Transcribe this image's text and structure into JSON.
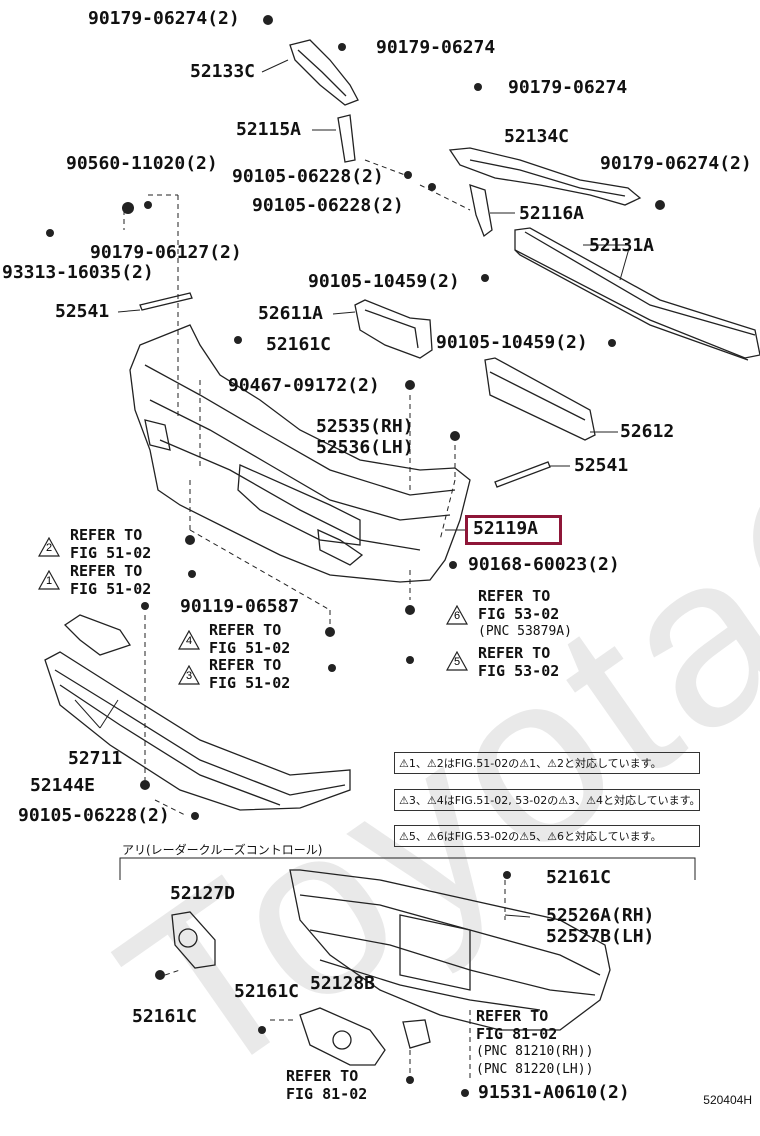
{
  "watermark": "ToyotaC",
  "diagram_code": "520404H",
  "highlight_part": "52119A",
  "option_caption": "アリ(レーダークルーズコントロール)",
  "labels": {
    "p1": "90179-06274(2)",
    "p2": "52133C",
    "p3": "90179-06274",
    "p4": "90179-06274",
    "p5": "52115A",
    "p6": "52134C",
    "p7": "90560-11020(2)",
    "p8": "90105-06228(2)",
    "p9": "90179-06274(2)",
    "p10": "90105-06228(2)",
    "p11": "52116A",
    "p12": "90179-06127(2)",
    "p13": "52131A",
    "p14": "93313-16035(2)",
    "p15": "90105-10459(2)",
    "p16": "52541",
    "p17": "52611A",
    "p18": "52161C",
    "p19": "90105-10459(2)",
    "p20": "90467-09172(2)",
    "p21": "52535(RH)",
    "p22": "52536(LH)",
    "p23": "52612",
    "p24": "52541",
    "p25": "52119A",
    "p26": "90168-60023(2)",
    "p27": "90119-06587",
    "p28": "52711",
    "p29": "52144E",
    "p30": "90105-06228(2)",
    "p31": "52161C",
    "p32": "52127D",
    "p33": "52526A(RH)",
    "p34": "52527B(LH)",
    "p35": "52161C",
    "p36": "52128B",
    "p37": "52161C",
    "p38": "91531-A0610(2)"
  },
  "refs": {
    "r1": {
      "line1": "REFER TO",
      "line2": "FIG 51-02",
      "num": "2"
    },
    "r2": {
      "line1": "REFER TO",
      "line2": "FIG 51-02",
      "num": "1"
    },
    "r3": {
      "line1": "REFER TO",
      "line2": "FIG 51-02",
      "num": "4"
    },
    "r4": {
      "line1": "REFER TO",
      "line2": "FIG 51-02",
      "num": "3"
    },
    "r5": {
      "line1": "REFER TO",
      "line2": "FIG 53-02",
      "line3": "(PNC 53879A)",
      "num": "6"
    },
    "r6": {
      "line1": "REFER TO",
      "line2": "FIG 53-02",
      "num": "5"
    },
    "r7": {
      "line1": "REFER TO",
      "line2": "FIG 81-02",
      "line3": "(PNC 81210(RH))",
      "line4": "(PNC 81220(LH))"
    },
    "r8": {
      "line1": "REFER TO",
      "line2": "FIG 81-02"
    }
  },
  "notes": [
    "⚠1、⚠2はFIG.51-02の⚠1、⚠2と対応しています。",
    "⚠3、⚠4はFIG.51-02, 53-02の⚠3、⚠4と対応しています。",
    "⚠5、⚠6はFIG.53-02の⚠5、⚠6と対応しています。"
  ]
}
